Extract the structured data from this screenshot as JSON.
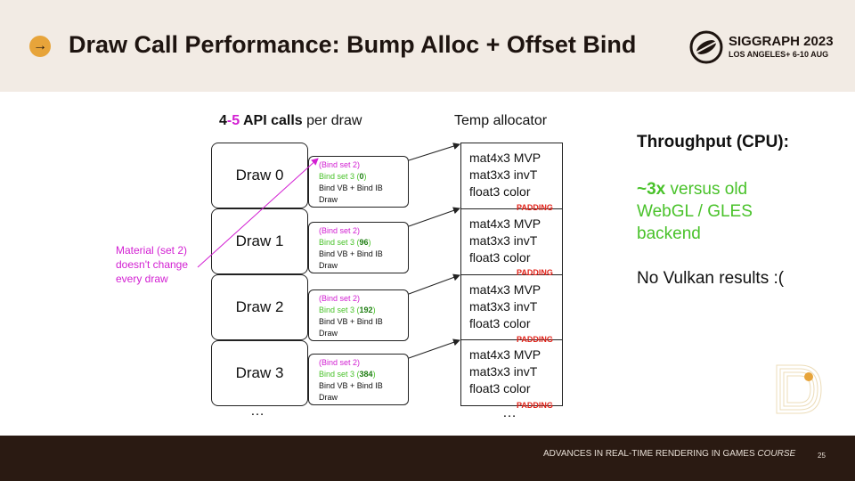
{
  "header": {
    "title": "Draw Call Performance: Bump Alloc + Offset Bind",
    "logo_name": "SIGGRAPH 2023",
    "logo_sub": "LOS ANGELES+  6-10 AUG"
  },
  "columns": {
    "calls_head_num": "4",
    "calls_head_dash": "-",
    "calls_head_alt": "5",
    "calls_head_strong": " API calls",
    "calls_head_rest": " per draw",
    "alloc_head": "Temp allocator"
  },
  "draws": [
    {
      "label": "Draw 0",
      "bind2": "(Bind set 2)",
      "bind3_pre": "Bind set 3 (",
      "offset": "0",
      "bind3_post": ")",
      "vbib": "Bind VB + Bind IB",
      "draw": "Draw"
    },
    {
      "label": "Draw 1",
      "bind2": "(Bind set 2)",
      "bind3_pre": "Bind set 3 (",
      "offset": "96",
      "bind3_post": ")",
      "vbib": "Bind VB + Bind IB",
      "draw": "Draw"
    },
    {
      "label": "Draw 2",
      "bind2": "(Bind set 2)",
      "bind3_pre": "Bind set 3 (",
      "offset": "192",
      "bind3_post": ")",
      "vbib": "Bind VB + Bind IB",
      "draw": "Draw"
    },
    {
      "label": "Draw 3",
      "bind2": "(Bind set 2)",
      "bind3_pre": "Bind set 3 (",
      "offset": "384",
      "bind3_post": ")",
      "vbib": "Bind VB + Bind IB",
      "draw": "Draw"
    }
  ],
  "alloc_blocks": [
    {
      "line1": "mat4x3 MVP",
      "line2": "mat3x3 invT",
      "line3": "float3 color",
      "padding": "PADDING"
    },
    {
      "line1": "mat4x3 MVP",
      "line2": "mat3x3 invT",
      "line3": "float3 color",
      "padding": "PADDING"
    },
    {
      "line1": "mat4x3 MVP",
      "line2": "mat3x3 invT",
      "line3": "float3 color",
      "padding": "PADDING"
    },
    {
      "line1": "mat4x3 MVP",
      "line2": "mat3x3 invT",
      "line3": "float3 color",
      "padding": "PADDING"
    }
  ],
  "ellipsis": "…",
  "note": {
    "line1": "Material (set 2)",
    "line2": "doesn't change",
    "line3": "every draw"
  },
  "throughput": {
    "title": "Throughput (CPU):",
    "line1_bold": "~3x",
    "line1_rest": " versus old",
    "line2": "WebGL / GLES",
    "line3": "backend",
    "line4": "No Vulkan  results :("
  },
  "footer": {
    "text": "ADVANCES IN REAL-TIME  RENDERING  IN GAMES ",
    "italic": "COURSE",
    "page": "25"
  },
  "colors": {
    "accent_orange": "#e7a43a",
    "magenta": "#d21fd2",
    "green": "#49c22a",
    "padding_red": "#e0231a",
    "header_bg": "#f2ebe4",
    "footer_bg": "#2a1a12"
  }
}
